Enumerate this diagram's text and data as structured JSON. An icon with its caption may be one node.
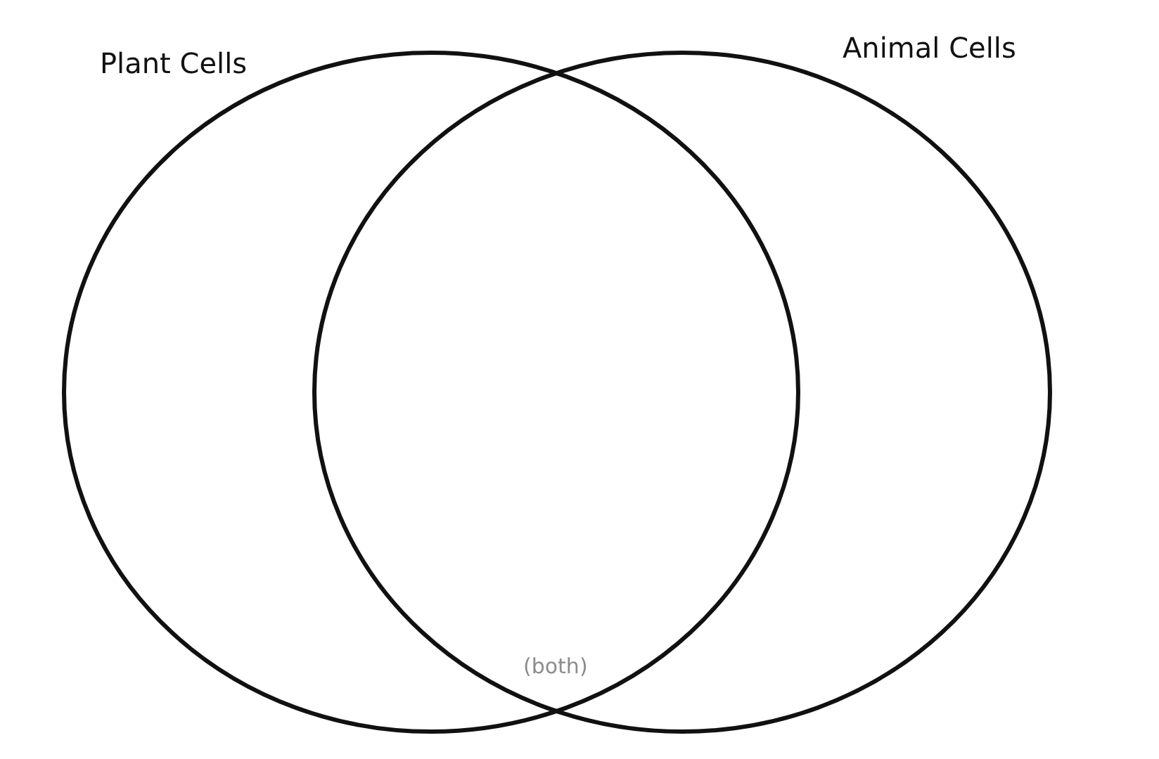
{
  "diagram": {
    "nodes": [
      {
        "text": [
          "Plant Cells"
        ]
      },
      {
        "text": [
          "Animal Cells"
        ]
      }
    ],
    "labels": [
      "(both)"
    ]
  }
}
